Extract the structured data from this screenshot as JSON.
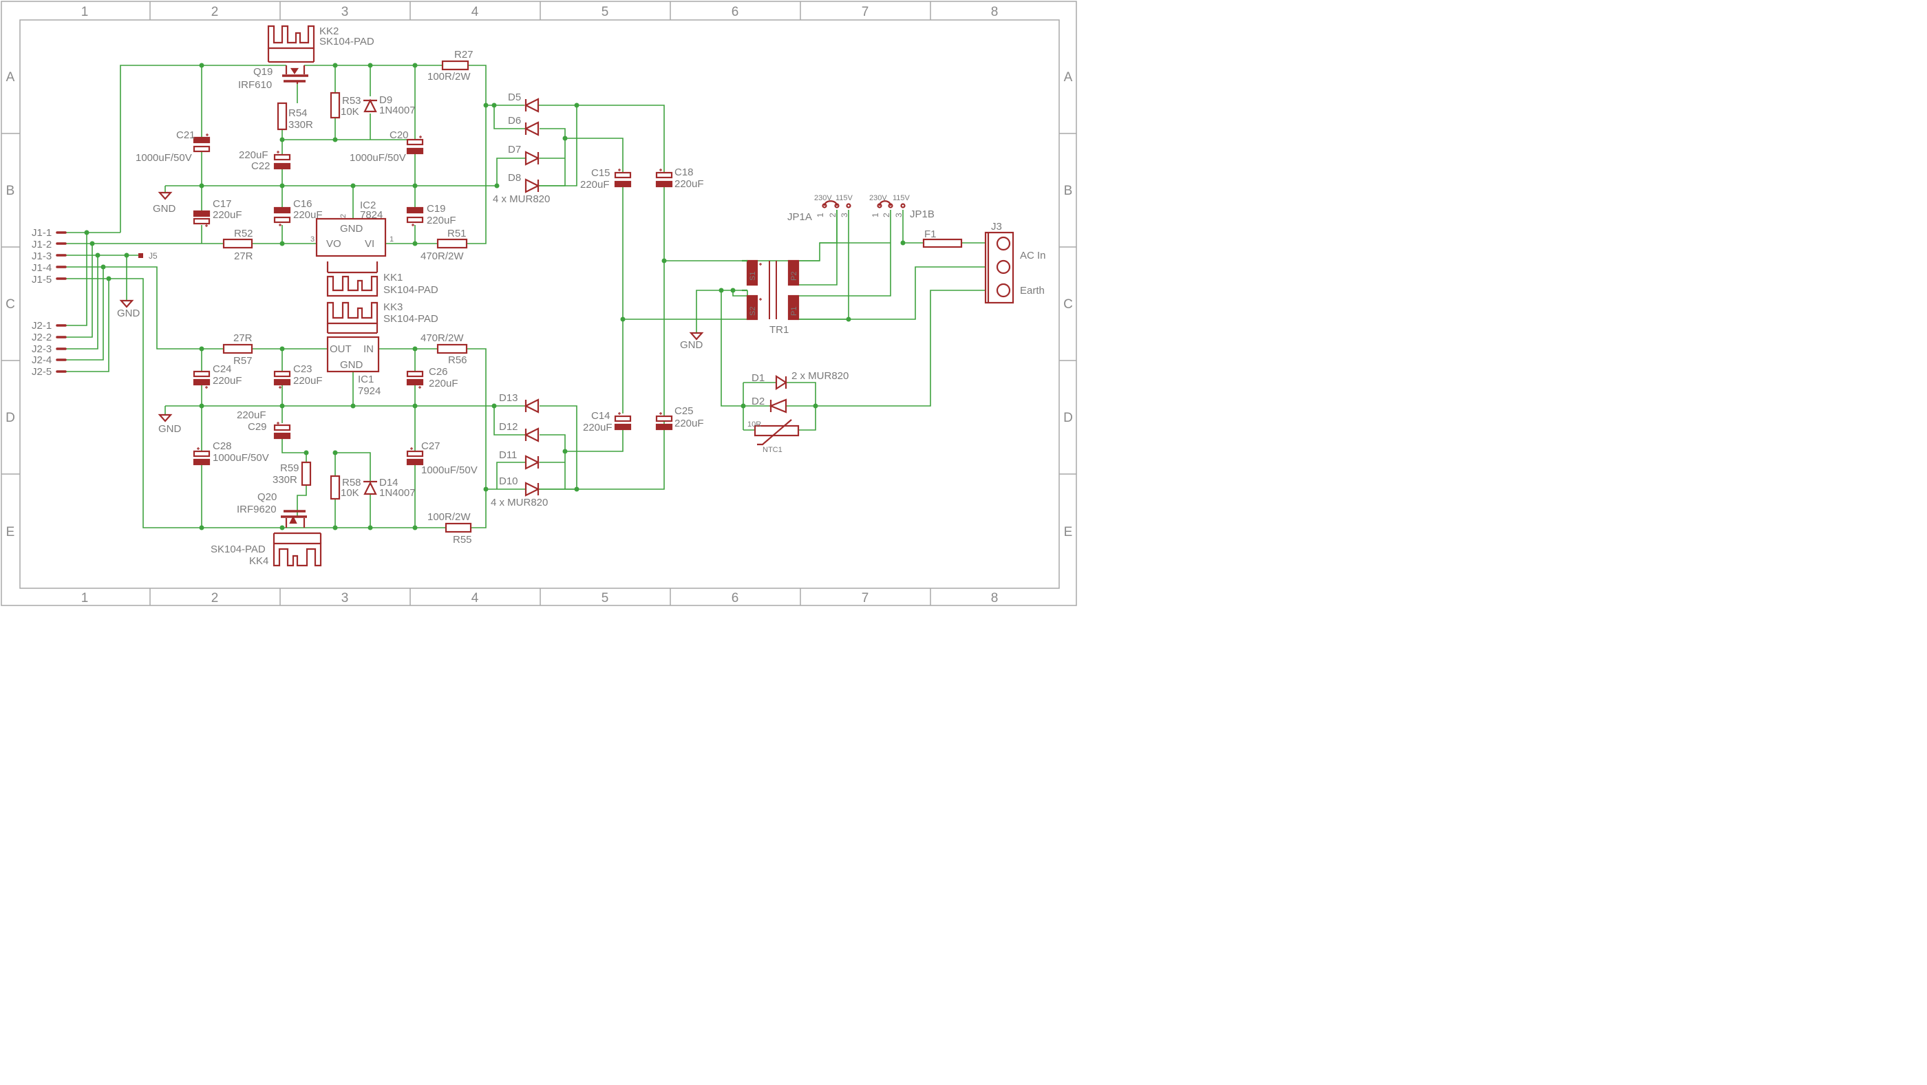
{
  "frame": {
    "columns": [
      "1",
      "2",
      "3",
      "4",
      "5",
      "6",
      "7",
      "8"
    ],
    "rows": [
      "A",
      "B",
      "C",
      "D",
      "E"
    ]
  },
  "colors": {
    "wire": "#3ea23e",
    "component": "#a12a2a",
    "label": "#7a7a7a",
    "frame": "#a8a8a8"
  },
  "connectors": {
    "J1": [
      "J1-1",
      "J1-2",
      "J1-3",
      "J1-4",
      "J1-5"
    ],
    "J2": [
      "J2-1",
      "J2-2",
      "J2-3",
      "J2-4",
      "J2-5"
    ],
    "J5": "J5",
    "J3": {
      "name": "J3",
      "pins": [
        "AC In",
        "Earth"
      ]
    }
  },
  "gnd": "GND",
  "components": {
    "KK2": {
      "name": "KK2",
      "value": "SK104-PAD"
    },
    "KK1": {
      "name": "KK1",
      "value": "SK104-PAD"
    },
    "KK3": {
      "name": "KK3",
      "value": "SK104-PAD"
    },
    "KK4": {
      "name": "KK4",
      "value": "SK104-PAD"
    },
    "Q19": {
      "name": "Q19",
      "value": "IRF610"
    },
    "Q20": {
      "name": "Q20",
      "value": "IRF9620"
    },
    "R27": {
      "name": "R27",
      "value": "100R/2W"
    },
    "R53": {
      "name": "R53",
      "value": "10K"
    },
    "R54": {
      "name": "R54",
      "value": "330R"
    },
    "D9": {
      "name": "D9",
      "value": "1N4007"
    },
    "D14": {
      "name": "D14",
      "value": "1N4007"
    },
    "R58": {
      "name": "R58",
      "value": "10K"
    },
    "R59": {
      "name": "R59",
      "value": "330R"
    },
    "C21": {
      "name": "C21",
      "value": "1000uF/50V"
    },
    "C20": {
      "name": "C20",
      "value": "1000uF/50V"
    },
    "C22": {
      "name": "C22",
      "value": "220uF"
    },
    "C17": {
      "name": "C17",
      "value": "220uF"
    },
    "C16": {
      "name": "C16",
      "value": "220uF"
    },
    "C19": {
      "name": "C19",
      "value": "220uF"
    },
    "IC2": {
      "name": "IC2",
      "value": "7824",
      "pin_gnd": "GND",
      "pin_vo": "VO",
      "pin_vi": "VI",
      "pin1": "1",
      "pin2": "2",
      "pin3": "3"
    },
    "IC1": {
      "name": "IC1",
      "value": "7924",
      "pin_out": "OUT",
      "pin_in": "IN",
      "pin_gnd": "GND"
    },
    "R52": {
      "name": "R52",
      "value": "27R"
    },
    "R51": {
      "name": "R51",
      "value": "470R/2W"
    },
    "R57": {
      "name": "R57",
      "value": "27R"
    },
    "R56": {
      "name": "R56",
      "value": "470R/2W"
    },
    "R55": {
      "name": "R55",
      "value": "100R/2W"
    },
    "C24": {
      "name": "C24",
      "value": "220uF"
    },
    "C23": {
      "name": "C23",
      "value": "220uF"
    },
    "C26": {
      "name": "C26",
      "value": "220uF"
    },
    "C29": {
      "name": "C29",
      "value": "220uF"
    },
    "C28": {
      "name": "C28",
      "value": "1000uF/50V"
    },
    "C27": {
      "name": "C27",
      "value": "1000uF/50V"
    },
    "D5": {
      "name": "D5"
    },
    "D6": {
      "name": "D6"
    },
    "D7": {
      "name": "D7"
    },
    "D8": {
      "name": "D8"
    },
    "D13": {
      "name": "D13"
    },
    "D12": {
      "name": "D12"
    },
    "D11": {
      "name": "D11"
    },
    "D10": {
      "name": "D10"
    },
    "bridge_top": "4 x MUR820",
    "bridge_bot": "4 x MUR820",
    "C15": {
      "name": "C15",
      "value": "220uF"
    },
    "C18": {
      "name": "C18",
      "value": "220uF"
    },
    "C14": {
      "name": "C14",
      "value": "220uF"
    },
    "C25": {
      "name": "C25",
      "value": "220uF"
    },
    "TR1": {
      "name": "TR1",
      "s1": "S1",
      "s2": "S2",
      "p1": "P1",
      "p2": "P2"
    },
    "JP1A": {
      "name": "JP1A",
      "v230": "230V",
      "v115": "115V",
      "p1": "1",
      "p2": "2",
      "p3": "3"
    },
    "JP1B": {
      "name": "JP1B",
      "v230": "230V",
      "v115": "115V",
      "p1": "1",
      "p2": "2",
      "p3": "3"
    },
    "F1": {
      "name": "F1"
    },
    "D1": {
      "name": "D1",
      "value": "2 x MUR820"
    },
    "D2": {
      "name": "D2"
    },
    "NTC1": {
      "name": "NTC1",
      "value": "10R"
    }
  }
}
